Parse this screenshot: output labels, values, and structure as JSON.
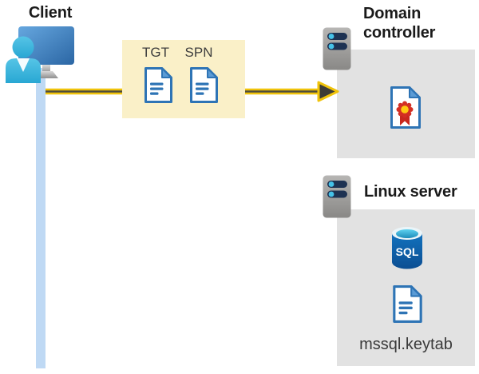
{
  "client": {
    "label": "Client"
  },
  "ticket_box": {
    "tgt_label": "TGT",
    "spn_label": "SPN"
  },
  "domain_controller": {
    "label": "Domain controller"
  },
  "linux_server": {
    "label": "Linux server",
    "sql_icon_text": "SQL",
    "keytab_label": "mssql.keytab"
  },
  "colors": {
    "arrow_yellow": "#F0C30A",
    "arrow_core": "#4F4D3C",
    "arrowhead_dark": "#3D3C36",
    "ticket_box_bg": "#FAF0C8",
    "server_box_bg": "#E2E2E2",
    "document_border_blue": "#2E74B5",
    "document_fold_blue": "#5B9BD5",
    "client_line_blue": "#BFD9F4",
    "person_cyan": "#35B4DC",
    "monitor_blue_light": "#66A7DF",
    "monitor_blue_dark": "#2B66A4",
    "server_gray": "#A8A7A5",
    "server_bar_navy": "#1E3252",
    "server_dot_cyan": "#45C2E8",
    "sql_body_blue": "#0F68B2",
    "sql_top_cyan": "#54CCEE",
    "certificate_red": "#D32F23",
    "certificate_gold": "#FFC912",
    "heading_text": "#1A1A1A",
    "secondary_text": "#3E3E3E"
  }
}
